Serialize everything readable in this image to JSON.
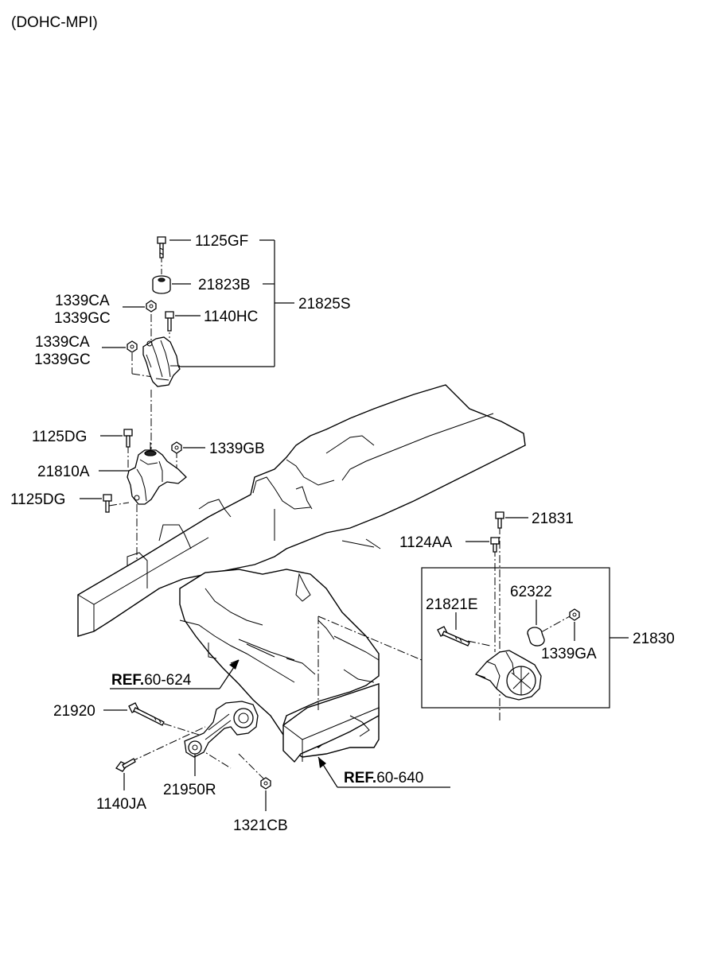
{
  "title": "(DOHC-MPI)",
  "labels": {
    "p1125GF": "1125GF",
    "p21823B": "21823B",
    "p21825S": "21825S",
    "p1339CA_a": "1339CA",
    "p1339GC_a": "1339GC",
    "p1140HC": "1140HC",
    "p1339CA_b": "1339CA",
    "p1339GC_b": "1339GC",
    "p1125DG_a": "1125DG",
    "p1339GB": "1339GB",
    "p21810A": "21810A",
    "p1125DG_b": "1125DG",
    "p21831": "21831",
    "p1124AA": "1124AA",
    "p62322": "62322",
    "p21821E": "21821E",
    "p21830": "21830",
    "p1339GA": "1339GA",
    "p21920": "21920",
    "p21950R": "21950R",
    "p1140JA": "1140JA",
    "p1321CB": "1321CB"
  },
  "refs": {
    "ref1_bold": "REF.",
    "ref1_num": "60-624",
    "ref2_bold": "REF.",
    "ref2_num": "60-640"
  }
}
